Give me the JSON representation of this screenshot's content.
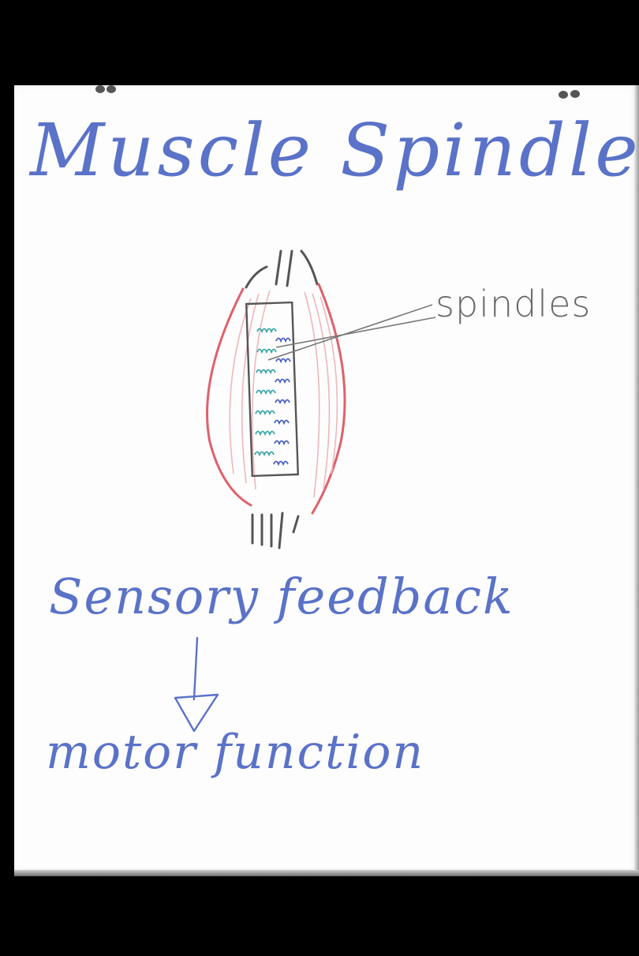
{
  "diagram": {
    "title": "Muscle Spindle",
    "label_spindles": "spindles",
    "flow_top": "Sensory feedback",
    "flow_bottom": "motor function"
  },
  "colors": {
    "ink_blue": "#5a72c8",
    "muscle_red": "#e0606a",
    "fiber_pink": "#eeb7bc",
    "tendon_gray": "#555555",
    "spindle_teal": "#3aa6a8",
    "spindle_blue": "#4a5fc0",
    "label_gray": "#6a6a6a"
  }
}
